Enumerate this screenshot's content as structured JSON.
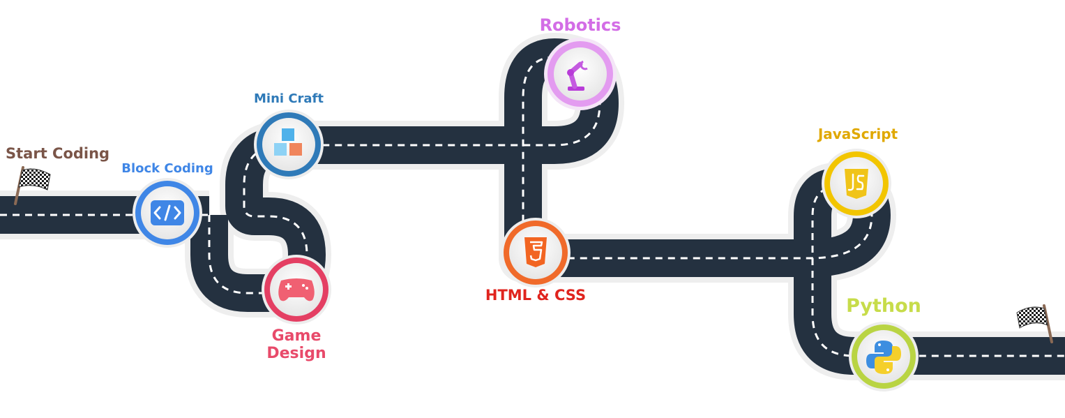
{
  "start_label": "Start Coding",
  "milestones": [
    {
      "id": "block-coding",
      "label": "Block Coding",
      "color": "#3f86e6",
      "icon": "code-icon"
    },
    {
      "id": "mini-craft",
      "label": "Mini Craft",
      "color": "#2f7ab8",
      "icon": "cubes-icon"
    },
    {
      "id": "game-design",
      "label": "Game Design",
      "color": "#e84a6a",
      "icon": "gamepad-icon"
    },
    {
      "id": "robotics",
      "label": "Robotics",
      "color": "#d36de6",
      "icon": "robot-arm-icon"
    },
    {
      "id": "html-css",
      "label": "HTML & CSS",
      "color": "#e0241e",
      "icon": "html5-icon"
    },
    {
      "id": "javascript",
      "label": "JavaScript",
      "color": "#e0a800",
      "icon": "js-icon"
    },
    {
      "id": "python",
      "label": "Python",
      "color": "#c7dc4a",
      "icon": "python-icon"
    }
  ],
  "road_color": "#243140",
  "flags": [
    "start-flag-icon",
    "finish-flag-icon"
  ]
}
